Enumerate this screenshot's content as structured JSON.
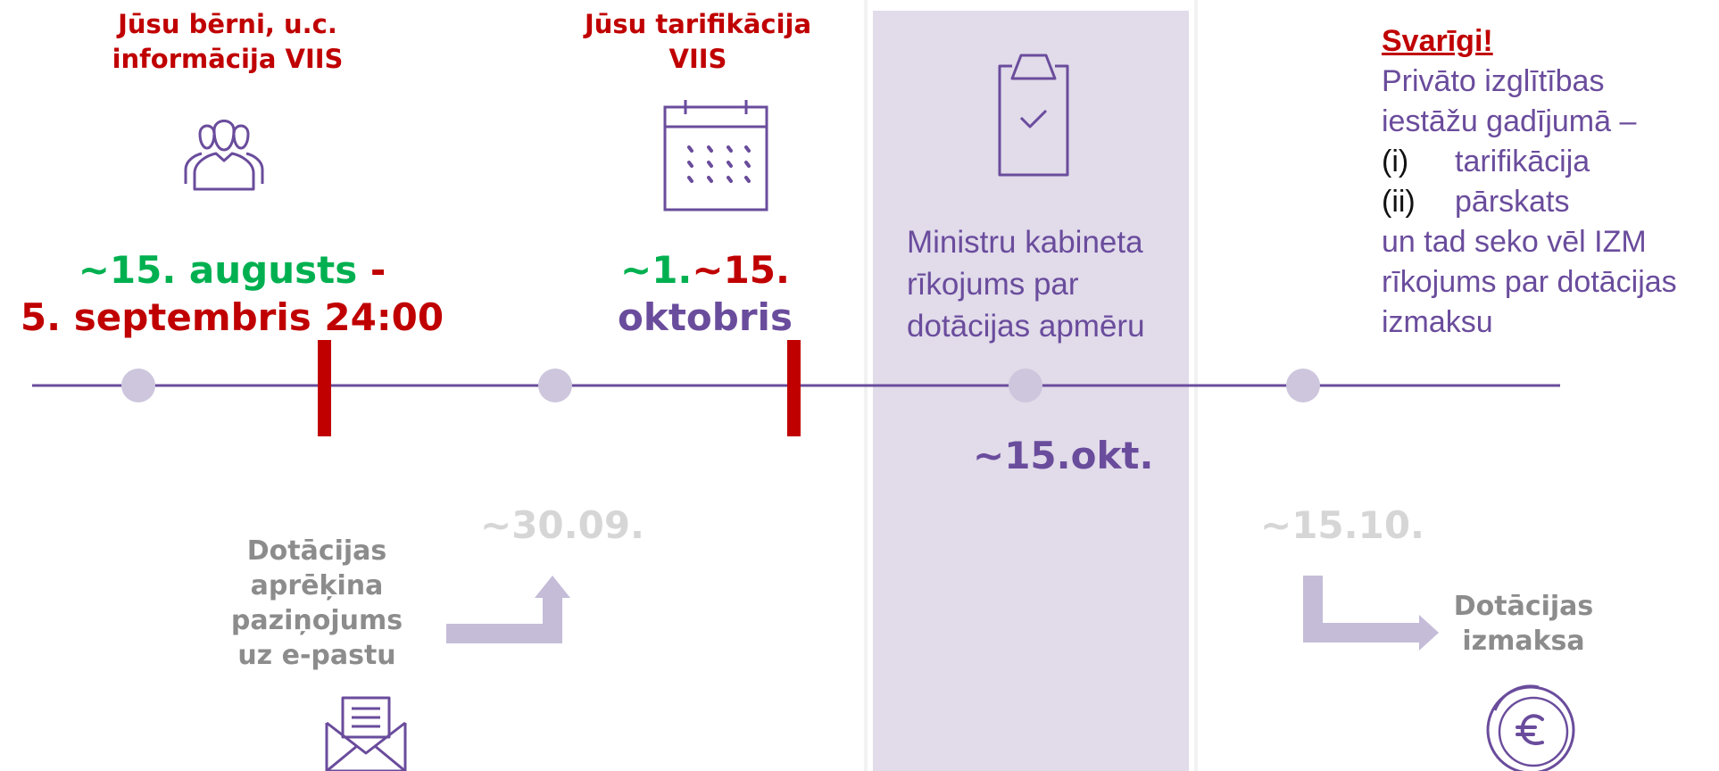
{
  "colors": {
    "accent_purple": "#6a4c9c",
    "deadline_red": "#c00000",
    "start_green": "#00b050",
    "panel_fill": "#e1dbea",
    "node_fill": "#cdc6dd",
    "arrow_fill": "#c5bcd8",
    "muted_grey": "#8c8c8c",
    "ghost_grey": "#d6d6d6"
  },
  "stages": {
    "viis_children": {
      "title_line1": "Jūsu bērni, u.c.",
      "title_line2": "informācija VIIS",
      "icon": "people-icon"
    },
    "viis_tarification": {
      "title_line1": "Jūsu tarifikācija",
      "title_line2": "VIIS",
      "icon": "calendar-icon"
    },
    "cabinet_order": {
      "icon": "clipboard-check-icon",
      "text_line1": "Ministru kabineta",
      "text_line2": "rīkojums par",
      "text_line3": "dotācijas apmēru"
    }
  },
  "periods": {
    "first": {
      "start": "~15. augusts",
      "separator": " -",
      "end": "5. septembris 24:00"
    },
    "second": {
      "start_tilde": "~1.",
      "end_day": "~15.",
      "month": "oktobris"
    }
  },
  "timeline_dates": {
    "cabinet": "~15.okt.",
    "notification": "~30.09.",
    "payment": "~15.10."
  },
  "outputs": {
    "notification": {
      "line1": "Dotācijas",
      "line2": "aprēķina",
      "line3": "paziņojums",
      "line4": "uz e-pastu",
      "icon": "envelope-icon"
    },
    "payment": {
      "line1": "Dotācijas",
      "line2": "izmaksa",
      "icon": "euro-coin-icon"
    }
  },
  "important_note": {
    "heading": "Svarīgi!",
    "line1": "Privāto izglītības",
    "line2": "iestāžu gadījumā –",
    "item1_num": "(i)",
    "item1_text": "tarifikācija",
    "item2_num": "(ii)",
    "item2_text": "pārskats",
    "line3": "un tad seko vēl IZM",
    "line4": "rīkojums par dotācijas",
    "line5": "izmaksu"
  }
}
